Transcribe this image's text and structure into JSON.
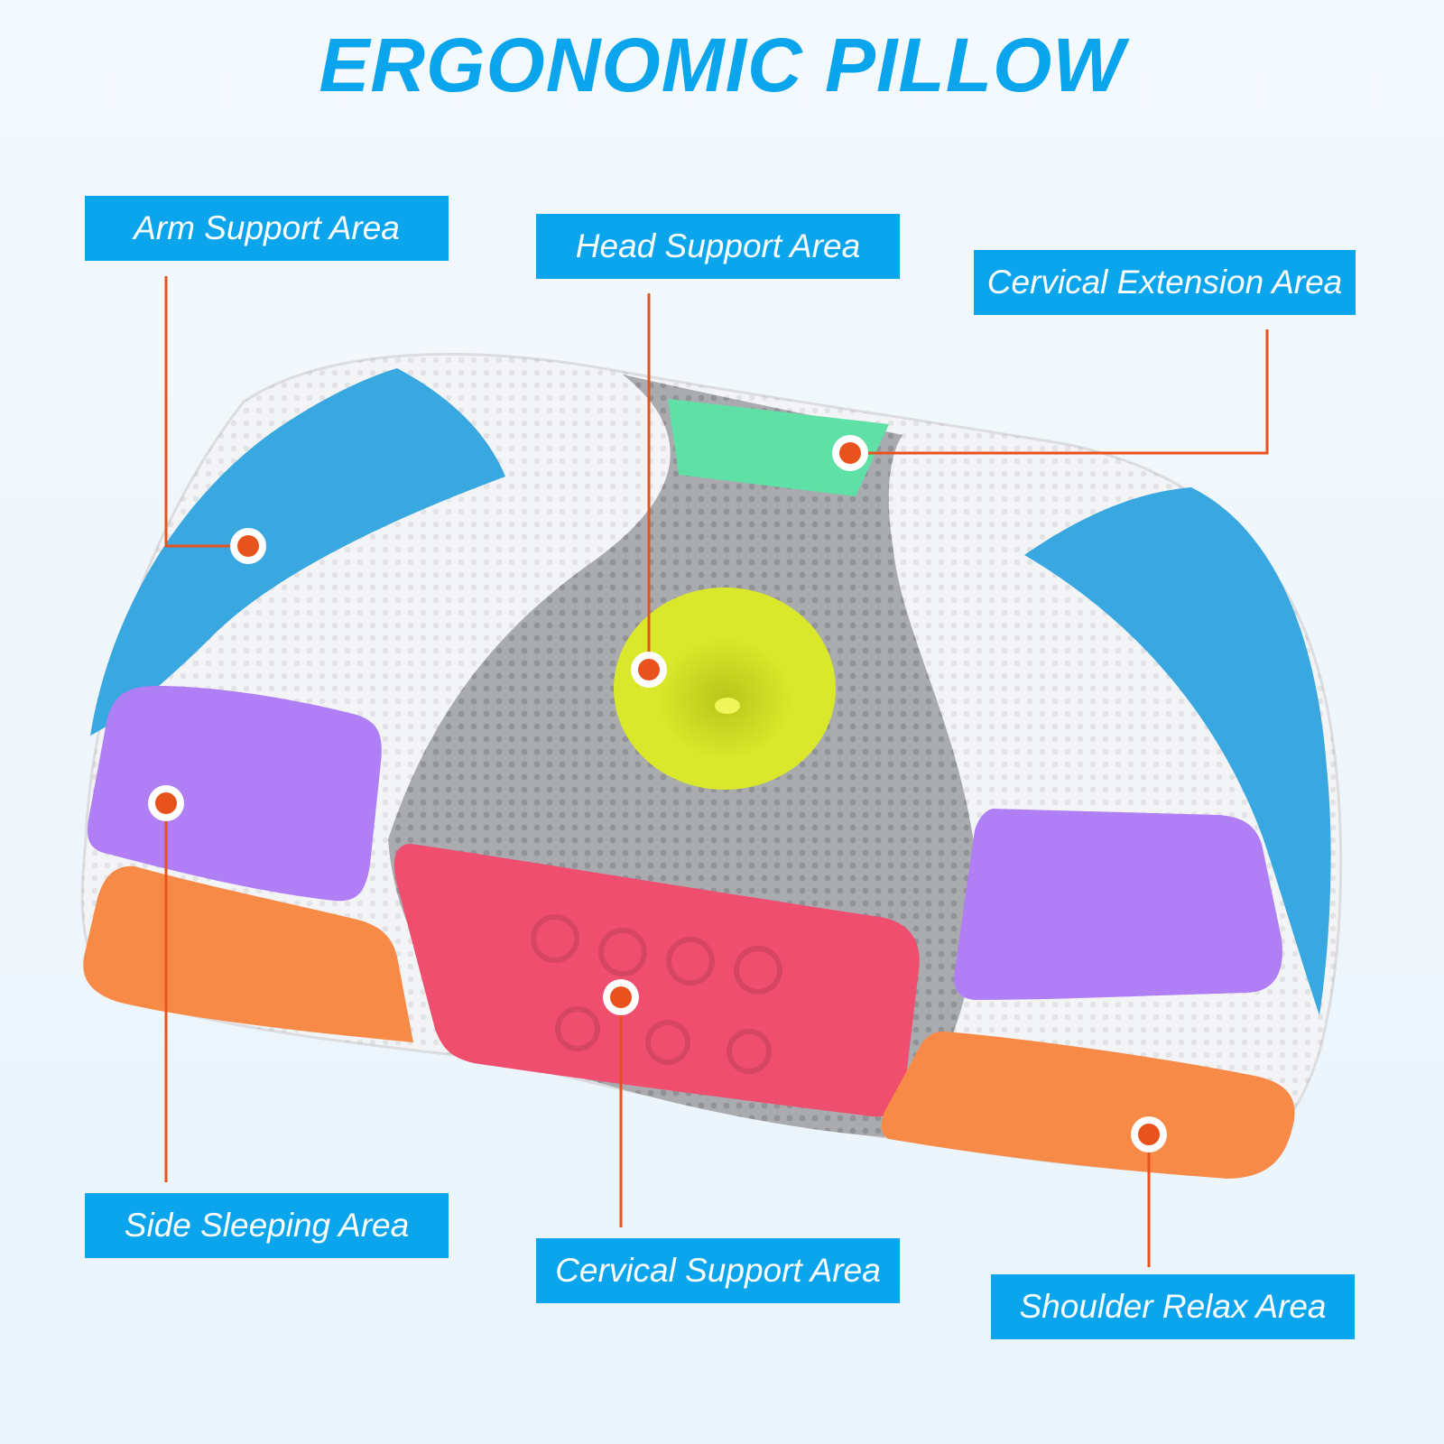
{
  "title": "ERGONOMIC PILLOW",
  "colors": {
    "accent": "#0aa5ec",
    "leader": "#e8521c",
    "arm_zone": "#3aa8e0",
    "head_zone": "#d9e82a",
    "extension_zone": "#5fe0a6",
    "side_zone": "#b07ff5",
    "cervical_zone": "#ef4e6f",
    "shoulder_zone": "#f88a48",
    "pillow_white": "#f3f4f6",
    "pillow_gray": "#a9abaf"
  },
  "labels": {
    "arm_support": "Arm Support Area",
    "head_support": "Head Support Area",
    "cervical_extension": "Cervical Extension Area",
    "side_sleeping": "Side Sleeping Area",
    "cervical_support": "Cervical Support Area",
    "shoulder_relax": "Shoulder Relax Area"
  }
}
